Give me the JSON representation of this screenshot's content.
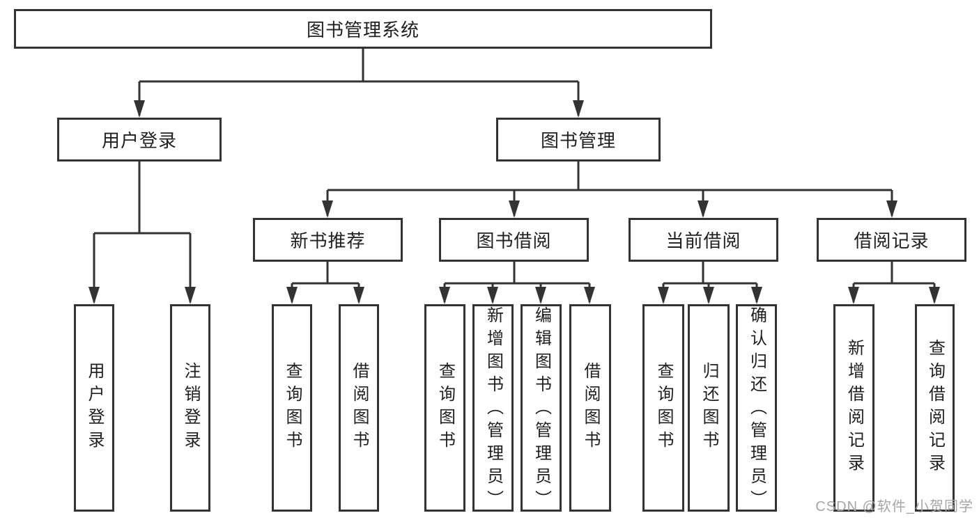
{
  "diagram": {
    "root": {
      "label": "图书管理系统"
    },
    "level2": [
      {
        "label": "用户登录"
      },
      {
        "label": "图书管理"
      }
    ],
    "level3": [
      {
        "label": "新书推荐"
      },
      {
        "label": "图书借阅"
      },
      {
        "label": "当前借阅"
      },
      {
        "label": "借阅记录"
      }
    ],
    "leaves": {
      "user_login": [
        "用户登录",
        "注销登录"
      ],
      "new_book_recommend": [
        "查询图书",
        "借阅图书"
      ],
      "book_borrow": [
        "查询图书",
        "新增图书（管理员）",
        "编辑图书（管理员）",
        "借阅图书"
      ],
      "current_borrow": [
        "查询图书",
        "归还图书",
        "确认归还（管理员）"
      ],
      "borrow_records": [
        "新增借阅记录",
        "查询借阅记录"
      ]
    }
  },
  "watermark": {
    "text": "CSDN @软件_小贺同学"
  },
  "colors": {
    "line": "#333333",
    "node_border": "#333333",
    "text": "#1f1f1f",
    "watermark": "#a6a6a6",
    "background": "#ffffff"
  }
}
